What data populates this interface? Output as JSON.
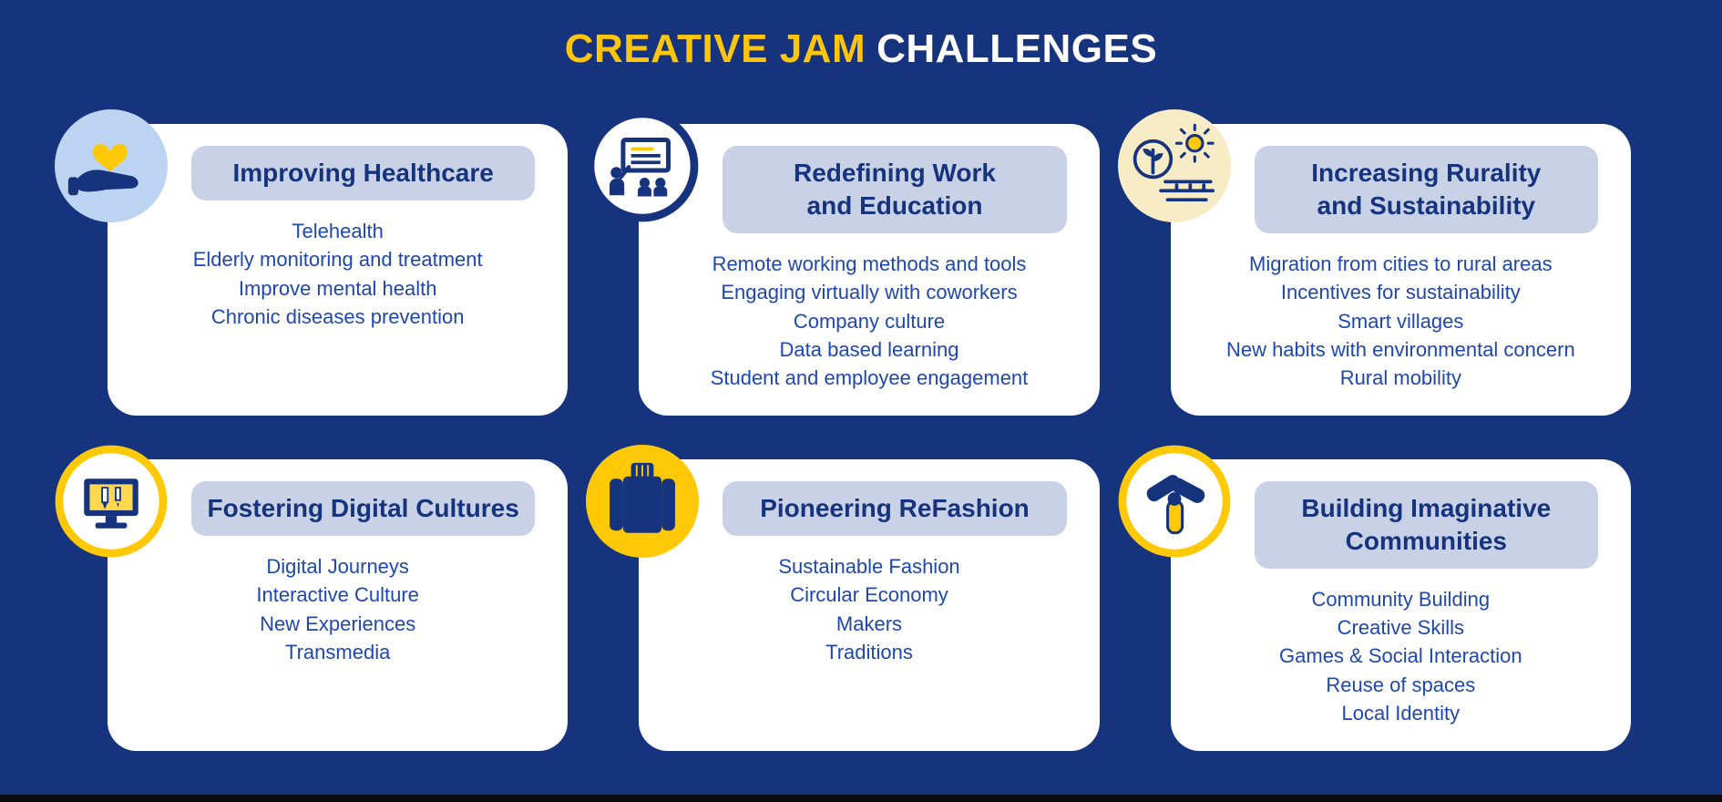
{
  "page": {
    "background_color": "#16337E",
    "card_color": "#FFFFFF",
    "pill_color": "#C8D1E6",
    "accent_yellow": "#FFC40C",
    "heading_color": "#16337E",
    "item_text_color": "#1E47B0",
    "bottom_bar_color": "#0B0B0B"
  },
  "title": {
    "highlight": "CREATIVE JAM",
    "rest": "CHALLENGES",
    "highlight_color": "#FFC40C",
    "rest_color": "#FFFFFF"
  },
  "cards": [
    {
      "icon": "heart-in-hand-icon",
      "title": "Improving Healthcare",
      "items": [
        "Telehealth",
        "Elderly monitoring and treatment",
        "Improve mental health",
        "Chronic diseases prevention"
      ]
    },
    {
      "icon": "presentation-board-icon",
      "title": "Redefining Work\nand Education",
      "items": [
        "Remote working methods and tools",
        "Engaging virtually with coworkers",
        "Company culture",
        "Data based learning",
        "Student and employee engagement"
      ]
    },
    {
      "icon": "plant-and-sun-icon",
      "title": "Increasing Rurality\nand Sustainability",
      "items": [
        "Migration from cities to rural areas",
        "Incentives for sustainability",
        "Smart villages",
        "New habits with environmental concern",
        "Rural mobility"
      ]
    },
    {
      "icon": "monitor-pencil-icon",
      "title": "Fostering Digital Cultures",
      "items": [
        "Digital Journeys",
        "Interactive Culture",
        "New Experiences",
        "Transmedia"
      ]
    },
    {
      "icon": "sweater-icon",
      "title": "Pioneering ReFashion",
      "items": [
        "Sustainable Fashion",
        "Circular Economy",
        "Makers",
        "Traditions"
      ]
    },
    {
      "icon": "hands-together-icon",
      "title": "Building Imaginative\nCommunities",
      "items": [
        "Community Building",
        "Creative Skills",
        "Games & Social Interaction",
        "Reuse of spaces",
        "Local Identity"
      ]
    }
  ]
}
